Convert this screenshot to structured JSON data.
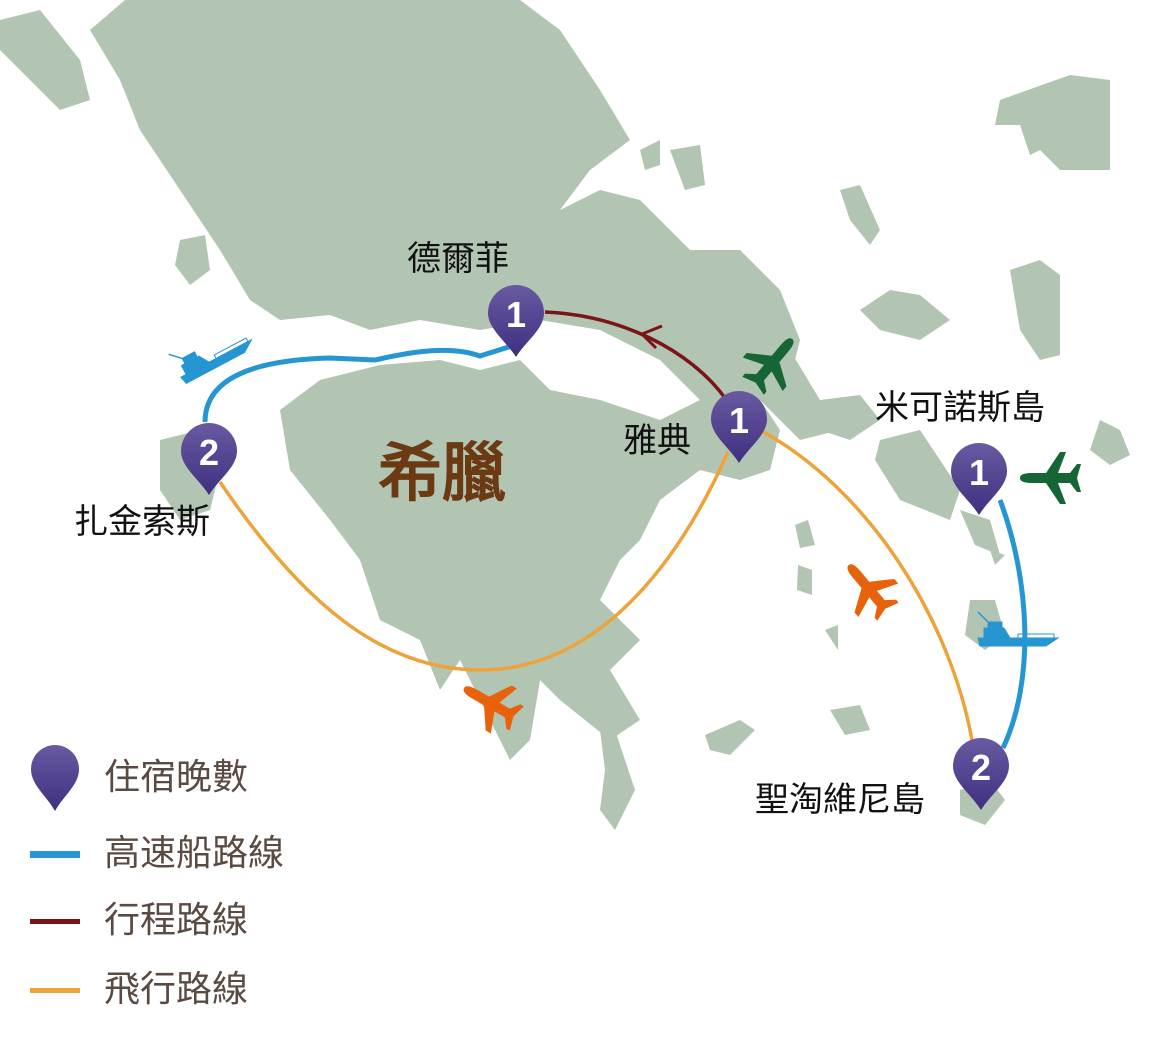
{
  "map": {
    "country_label": "希臘",
    "places": [
      {
        "name": "德爾菲",
        "nights": "1"
      },
      {
        "name": "雅典",
        "nights": "1"
      },
      {
        "name": "米可諾斯島",
        "nights": "1"
      },
      {
        "name": "扎金索斯",
        "nights": "2"
      },
      {
        "name": "聖淘維尼島",
        "nights": "2"
      }
    ]
  },
  "legend": {
    "items": [
      {
        "label": "住宿晚數",
        "icon": "map-pin-icon"
      },
      {
        "label": "高速船路線",
        "color": "#2596d1"
      },
      {
        "label": "行程路線",
        "color": "#7a1416"
      },
      {
        "label": "飛行路線",
        "color": "#eda33a"
      }
    ]
  },
  "colors": {
    "land": "#b2c4b2",
    "pin": "#4f3f8e",
    "ferry": "#2596d1",
    "itinerary": "#7a1416",
    "flight": "#eda33a",
    "plane_green": "#156634",
    "plane_orange": "#e8620c"
  }
}
